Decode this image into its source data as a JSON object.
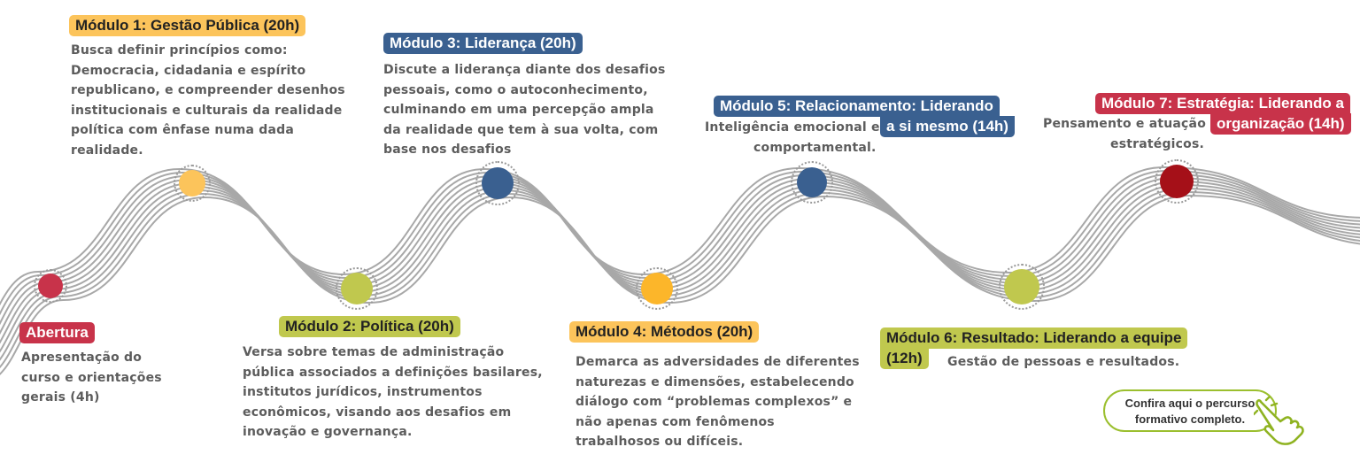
{
  "colors": {
    "red": "#c8334a",
    "green": "#c0c84e",
    "yellow": "#fcc45b",
    "blue": "#3a6090",
    "darkred": "#a51018",
    "orange": "#fcb62a",
    "wave": "#a8a8a8",
    "cta_border": "#9bbf2e"
  },
  "modules": [
    {
      "id": "abertura",
      "title": "Abertura",
      "color": "red",
      "node_color": "red",
      "desc": [
        "Apresentação do",
        "curso e orientações",
        "gerais (4h)"
      ]
    },
    {
      "id": "m1",
      "title": "Módulo 1: Gestão Pública (20h)",
      "color": "yellow",
      "node_color": "yellow",
      "desc": [
        "Busca definir princípios como:",
        "Democracia, cidadania e espírito",
        "republicano, e compreender desenhos",
        "institucionais e culturais da realidade",
        "política com ênfase numa dada",
        "realidade."
      ]
    },
    {
      "id": "m2",
      "title": "Módulo 2: Política (20h)",
      "color": "green",
      "node_color": "green",
      "desc": [
        "Versa sobre temas de administração",
        "pública associados a definições basilares,",
        "institutos jurídicos, instrumentos",
        "econômicos, visando aos desafios em",
        "inovação e governança."
      ]
    },
    {
      "id": "m3",
      "title": "Módulo 3: Liderança (20h)",
      "color": "blue",
      "node_color": "blue",
      "desc": [
        "Discute a liderança diante dos desafios",
        "pessoais, como o autoconhecimento,",
        "culminando em uma percepção ampla",
        "da realidade que tem à sua volta, com",
        "base nos desafios"
      ]
    },
    {
      "id": "m4",
      "title": "Módulo 4: Métodos (20h)",
      "color": "yellow",
      "node_color": "orange",
      "desc": [
        "Demarca as adversidades de diferentes",
        "naturezas e dimensões, estabelecendo",
        "diálogo com “problemas complexos” e",
        "não apenas com fenômenos",
        "trabalhosos ou difíceis."
      ]
    },
    {
      "id": "m5",
      "title_lines": [
        "Módulo 5: Relacionamento: Liderando",
        "a si mesmo (14h)"
      ],
      "color": "blue",
      "node_color": "blue",
      "desc": [
        "Inteligência emocional e",
        "comportamental."
      ]
    },
    {
      "id": "m6",
      "title_lines": [
        "Módulo 6: Resultado: Liderando a equipe",
        "(12h)"
      ],
      "color": "green",
      "node_color": "green",
      "desc": [
        "Gestão de pessoas e resultados."
      ]
    },
    {
      "id": "m7",
      "title_lines": [
        "Módulo 7: Estratégia: Liderando a",
        "organização (14h)"
      ],
      "color": "red",
      "node_color": "darkred",
      "desc": [
        "Pensamento e atuação",
        "estratégicos."
      ]
    }
  ],
  "cta": {
    "lines": [
      "Confira aqui o percurso",
      "formativo completo."
    ]
  },
  "hand_icon": "pointing-hand-icon"
}
